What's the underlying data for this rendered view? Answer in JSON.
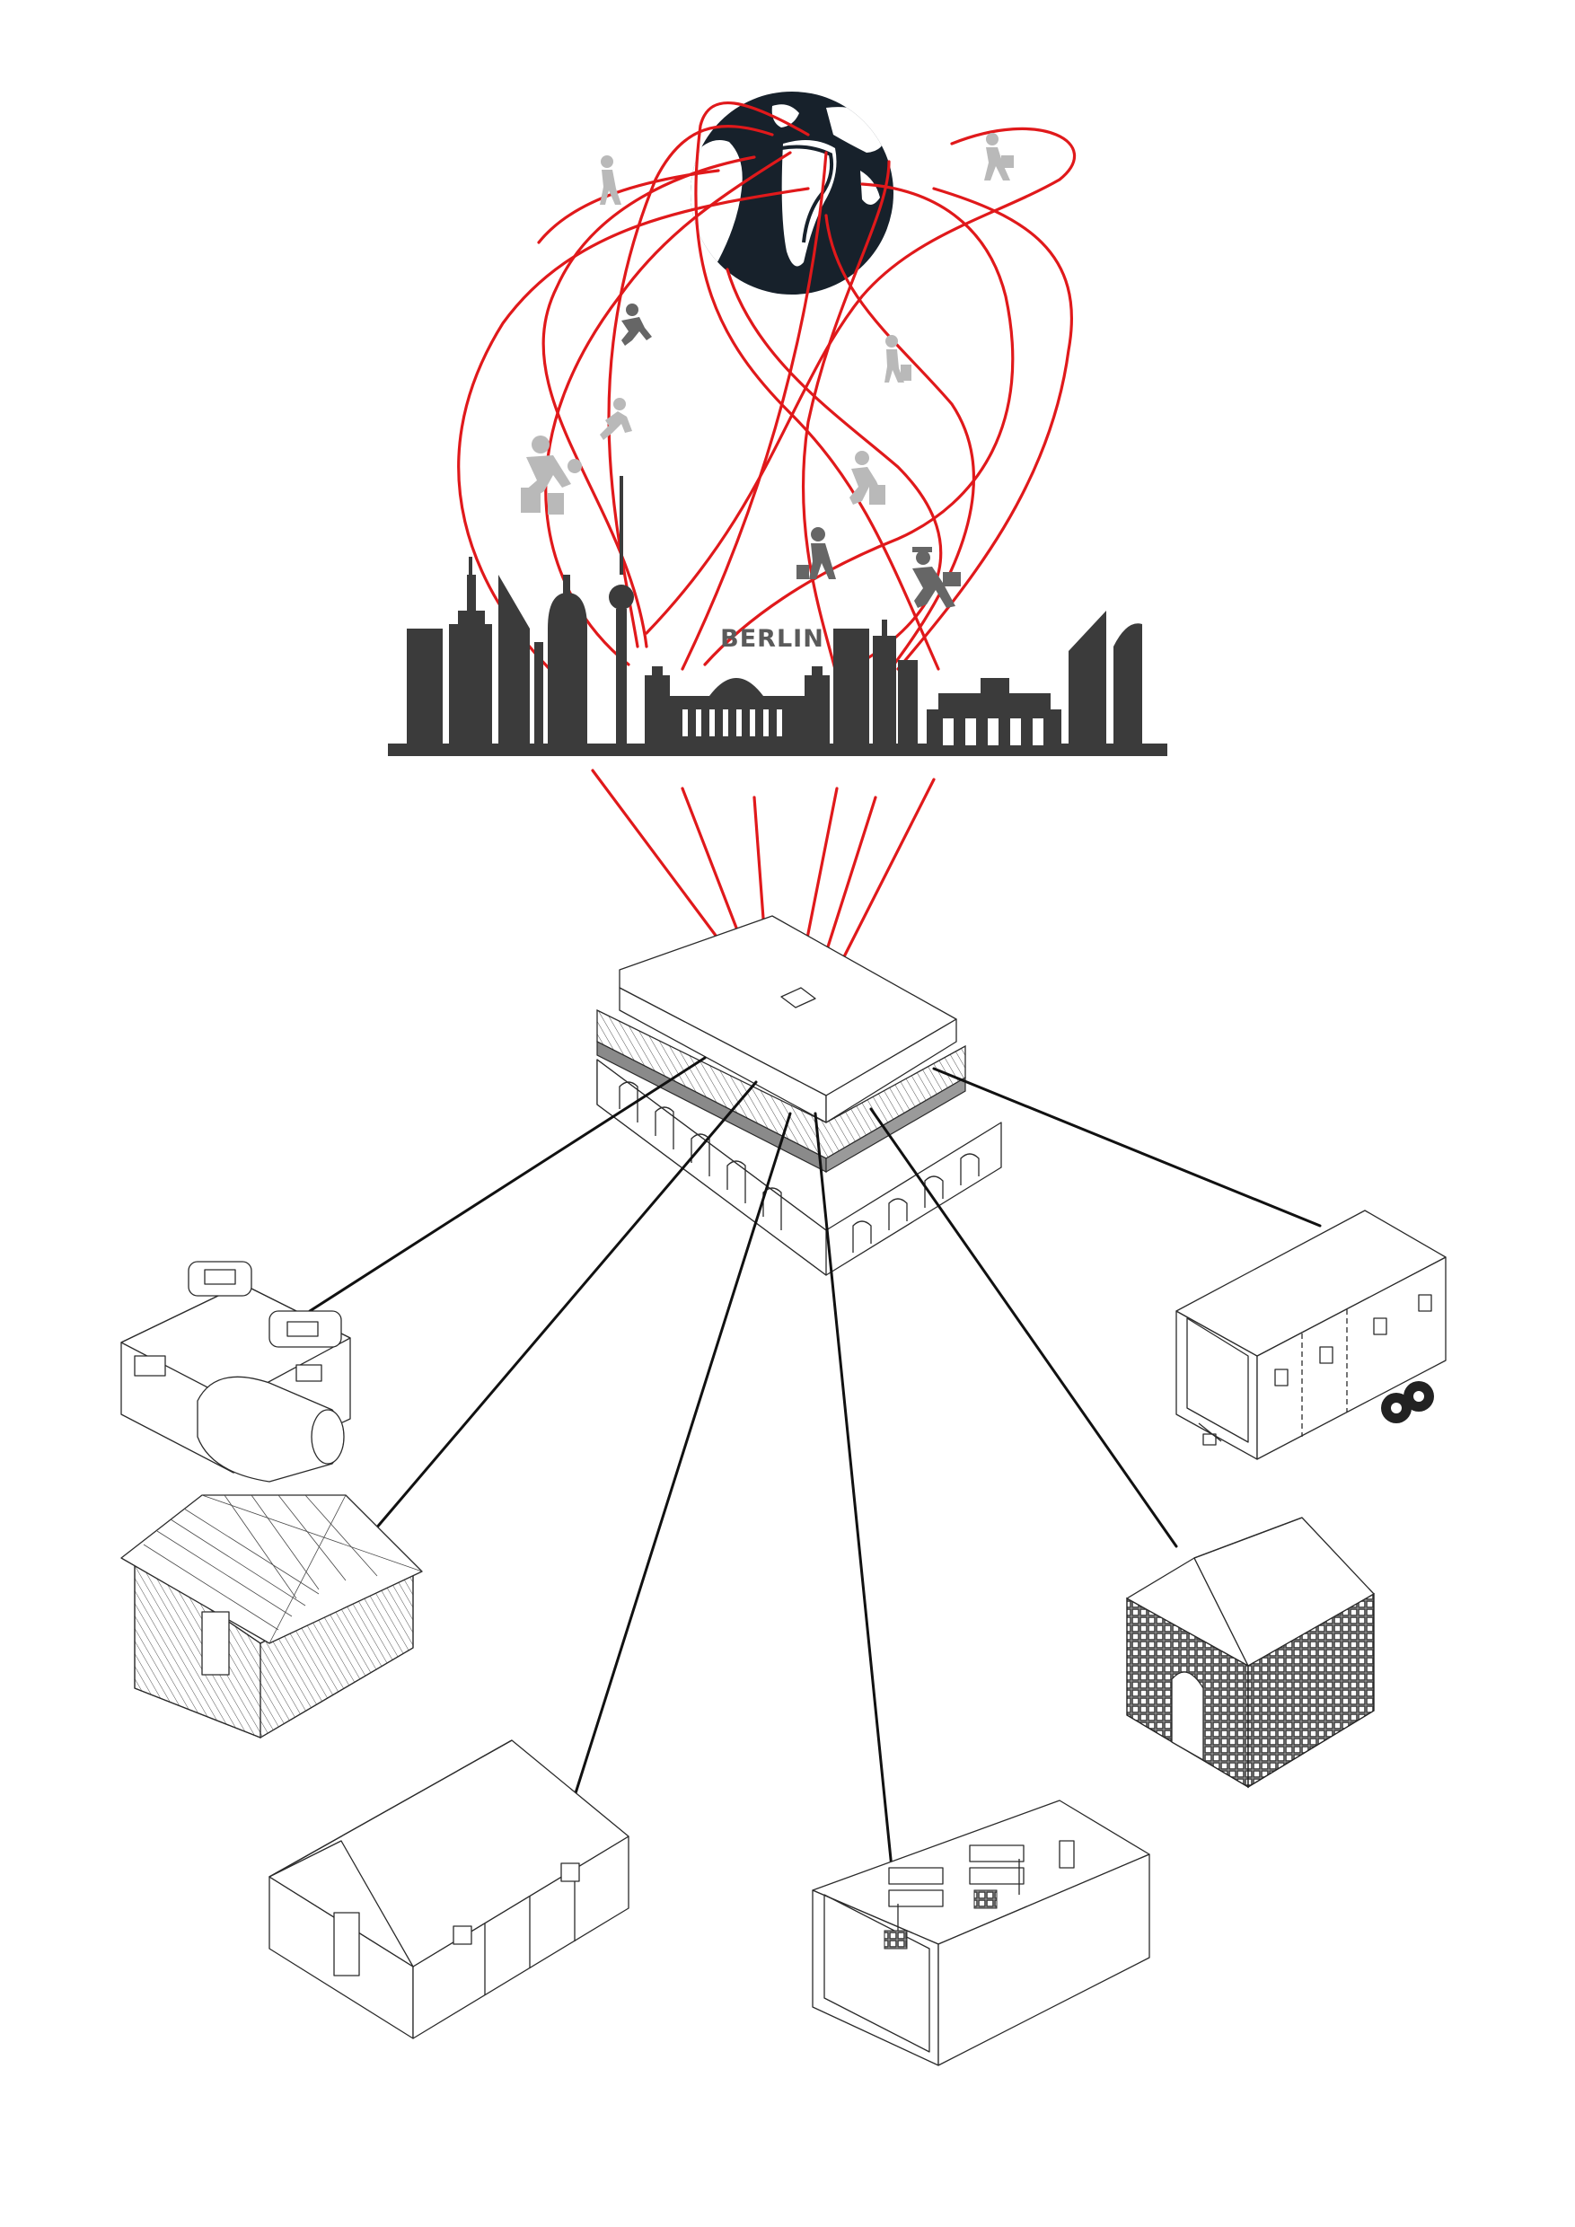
{
  "diagram": {
    "city_label": "BERLIN",
    "nodes": [
      {
        "id": "globe",
        "kind": "globe-icon"
      },
      {
        "id": "city",
        "kind": "berlin-skyline"
      },
      {
        "id": "hub",
        "kind": "central-shelter-building"
      },
      {
        "id": "modular-pods",
        "kind": "shelter-type"
      },
      {
        "id": "timber-hut",
        "kind": "shelter-type"
      },
      {
        "id": "container-cabin",
        "kind": "shelter-type"
      },
      {
        "id": "bunk-room",
        "kind": "shelter-type"
      },
      {
        "id": "grid-hut",
        "kind": "shelter-type"
      },
      {
        "id": "trailer",
        "kind": "shelter-type"
      }
    ],
    "colors": {
      "migration_routes": "#e0191b",
      "links": "#111111",
      "skyline": "#3b3b3b",
      "globe": "#17212b"
    }
  }
}
